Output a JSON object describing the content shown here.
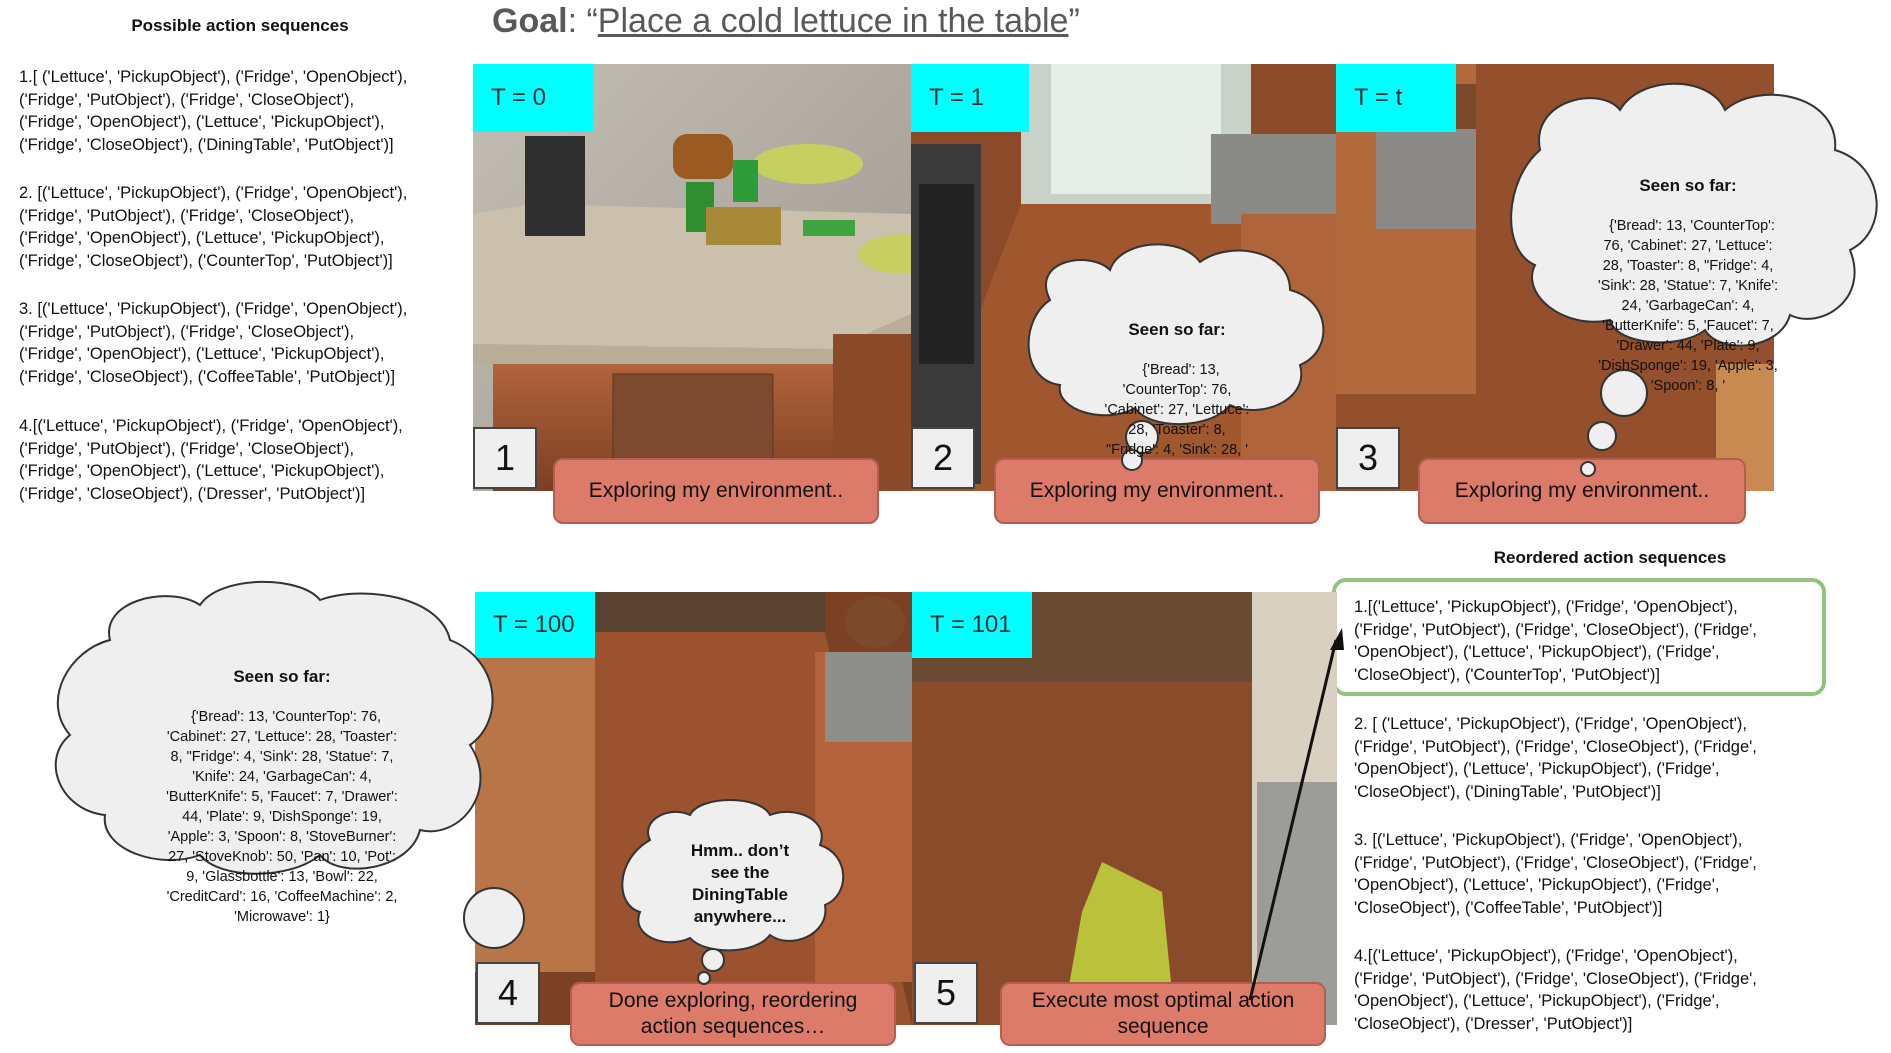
{
  "left_heading": "Possible action sequences",
  "right_heading": "Reordered action sequences",
  "goal": {
    "prefix": "Goal",
    "colon": ": “",
    "text": "Place a cold lettuce in the table",
    "suffix": "”"
  },
  "possible_sequences": [
    "1.[ ('Lettuce', 'PickupObject'), ('Fridge', 'OpenObject'),\n('Fridge', 'PutObject'), ('Fridge', 'CloseObject'),\n('Fridge', 'OpenObject'), ('Lettuce', 'PickupObject'),\n('Fridge', 'CloseObject'), ('DiningTable', 'PutObject')]",
    "2. [('Lettuce', 'PickupObject'), ('Fridge', 'OpenObject'),\n('Fridge', 'PutObject'), ('Fridge', 'CloseObject'),\n('Fridge', 'OpenObject'), ('Lettuce', 'PickupObject'),\n('Fridge', 'CloseObject'), ('CounterTop', 'PutObject')]",
    "3. [('Lettuce', 'PickupObject'), ('Fridge', 'OpenObject'),\n('Fridge', 'PutObject'), ('Fridge', 'CloseObject'),\n('Fridge', 'OpenObject'), ('Lettuce', 'PickupObject'),\n('Fridge', 'CloseObject'), ('CoffeeTable', 'PutObject')]",
    "4.[('Lettuce', 'PickupObject'), ('Fridge', 'OpenObject'),\n('Fridge', 'PutObject'), ('Fridge', 'CloseObject'),\n('Fridge', 'OpenObject'), ('Lettuce', 'PickupObject'),\n('Fridge', 'CloseObject'), ('Dresser', 'PutObject')]"
  ],
  "reordered_sequences": [
    "1.[('Lettuce', 'PickupObject'), ('Fridge', 'OpenObject'),\n('Fridge', 'PutObject'), ('Fridge', 'CloseObject'), ('Fridge',\n'OpenObject'), ('Lettuce', 'PickupObject'), ('Fridge',\n'CloseObject'), ('CounterTop', 'PutObject')]",
    "2. [ ('Lettuce', 'PickupObject'), ('Fridge', 'OpenObject'),\n('Fridge', 'PutObject'), ('Fridge', 'CloseObject'), ('Fridge',\n'OpenObject'), ('Lettuce', 'PickupObject'), ('Fridge',\n'CloseObject'), ('DiningTable', 'PutObject')]",
    "3. [('Lettuce', 'PickupObject'), ('Fridge', 'OpenObject'),\n('Fridge', 'PutObject'), ('Fridge', 'CloseObject'), ('Fridge',\n'OpenObject'), ('Lettuce', 'PickupObject'), ('Fridge',\n'CloseObject'), ('CoffeeTable', 'PutObject')]",
    "4.[('Lettuce', 'PickupObject'), ('Fridge', 'OpenObject'),\n('Fridge', 'PutObject'), ('Fridge', 'CloseObject'), ('Fridge',\n'OpenObject'), ('Lettuce', 'PickupObject'), ('Fridge',\n'CloseObject'), ('Dresser', 'PutObject')]"
  ],
  "panels": [
    {
      "time": "T = 0",
      "step": "1",
      "status": "Exploring my environment.."
    },
    {
      "time": "T = 1",
      "step": "2",
      "status": "Exploring my environment.."
    },
    {
      "time": "T = t",
      "step": "3",
      "status": "Exploring my environment.."
    },
    {
      "time": "T = 100",
      "step": "4",
      "status": "Done exploring, reordering\naction sequences…"
    },
    {
      "time": "T = 101",
      "step": "5",
      "status": "Execute most optimal action\nsequence"
    }
  ],
  "clouds": {
    "seen_title": "Seen so far:",
    "c2": "{'Bread': 13,\n'CounterTop': 76,\n'Cabinet': 27, 'Lettuce':\n28, 'Toaster': 8,\n\"Fridge': 4, 'Sink': 28, '",
    "c3": "{'Bread': 13, 'CounterTop':\n76, 'Cabinet': 27, 'Lettuce':\n28, 'Toaster': 8, \"Fridge': 4,\n'Sink': 28, 'Statue': 7, 'Knife':\n24, 'GarbageCan': 4,\n'ButterKnife': 5, 'Faucet': 7,\n'Drawer': 44, 'Plate': 9,\n'DishSponge': 19, 'Apple': 3,\n'Spoon': 8, '",
    "c4": "{'Bread': 13, 'CounterTop': 76,\n'Cabinet': 27, 'Lettuce': 28, 'Toaster':\n8, \"Fridge': 4, 'Sink': 28, 'Statue': 7,\n'Knife': 24, 'GarbageCan': 4,\n'ButterKnife': 5, 'Faucet': 7, 'Drawer':\n44, 'Plate': 9, 'DishSponge': 19,\n'Apple': 3, 'Spoon': 8, 'StoveBurner':\n27, 'StoveKnob': 50, 'Pan': 10, 'Pot':\n9, 'Glassbottle': 13, 'Bowl': 22,\n'CreditCard': 16, 'CoffeeMachine': 2,\n'Microwave': 1}",
    "hmm": "Hmm.. don’t\nsee the\nDiningTable\nanywhere..."
  },
  "colors": {
    "cyan": "#00ffff",
    "status_fill": "#dd7b6a",
    "highlight": "#93c47d",
    "cloud_fill": "#efefef"
  },
  "icons": [
    "thought-cloud",
    "arrow"
  ]
}
